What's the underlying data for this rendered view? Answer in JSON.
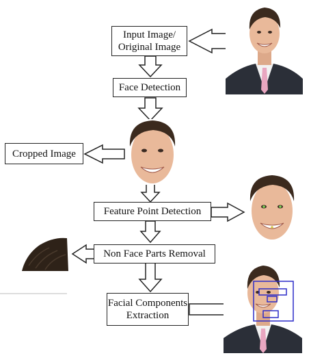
{
  "nodes": {
    "input": {
      "line1": "Input Image/",
      "line2": "Original Image"
    },
    "detect": {
      "label": "Face Detection"
    },
    "cropped": {
      "label": "Cropped Image"
    },
    "feature": {
      "label": "Feature Point Detection"
    },
    "nonface": {
      "label": "Non Face Parts Removal"
    },
    "facial": {
      "line1": "Facial Components",
      "line2": "Extraction"
    }
  },
  "colors": {
    "box_border": "#222222",
    "arrow_fill": "#ffffff",
    "skin": "#e9b99a",
    "hair": "#3b2a1e",
    "suit": "#2b2f38",
    "shirt": "#f2f2f2",
    "tie": "#e9a6c0",
    "detect_box": "#2b2bc8",
    "landmark": "#7ed957"
  },
  "icons": [
    "block-arrow-down",
    "block-arrow-left",
    "block-arrow-right",
    "face-photo",
    "hair-fragment"
  ]
}
